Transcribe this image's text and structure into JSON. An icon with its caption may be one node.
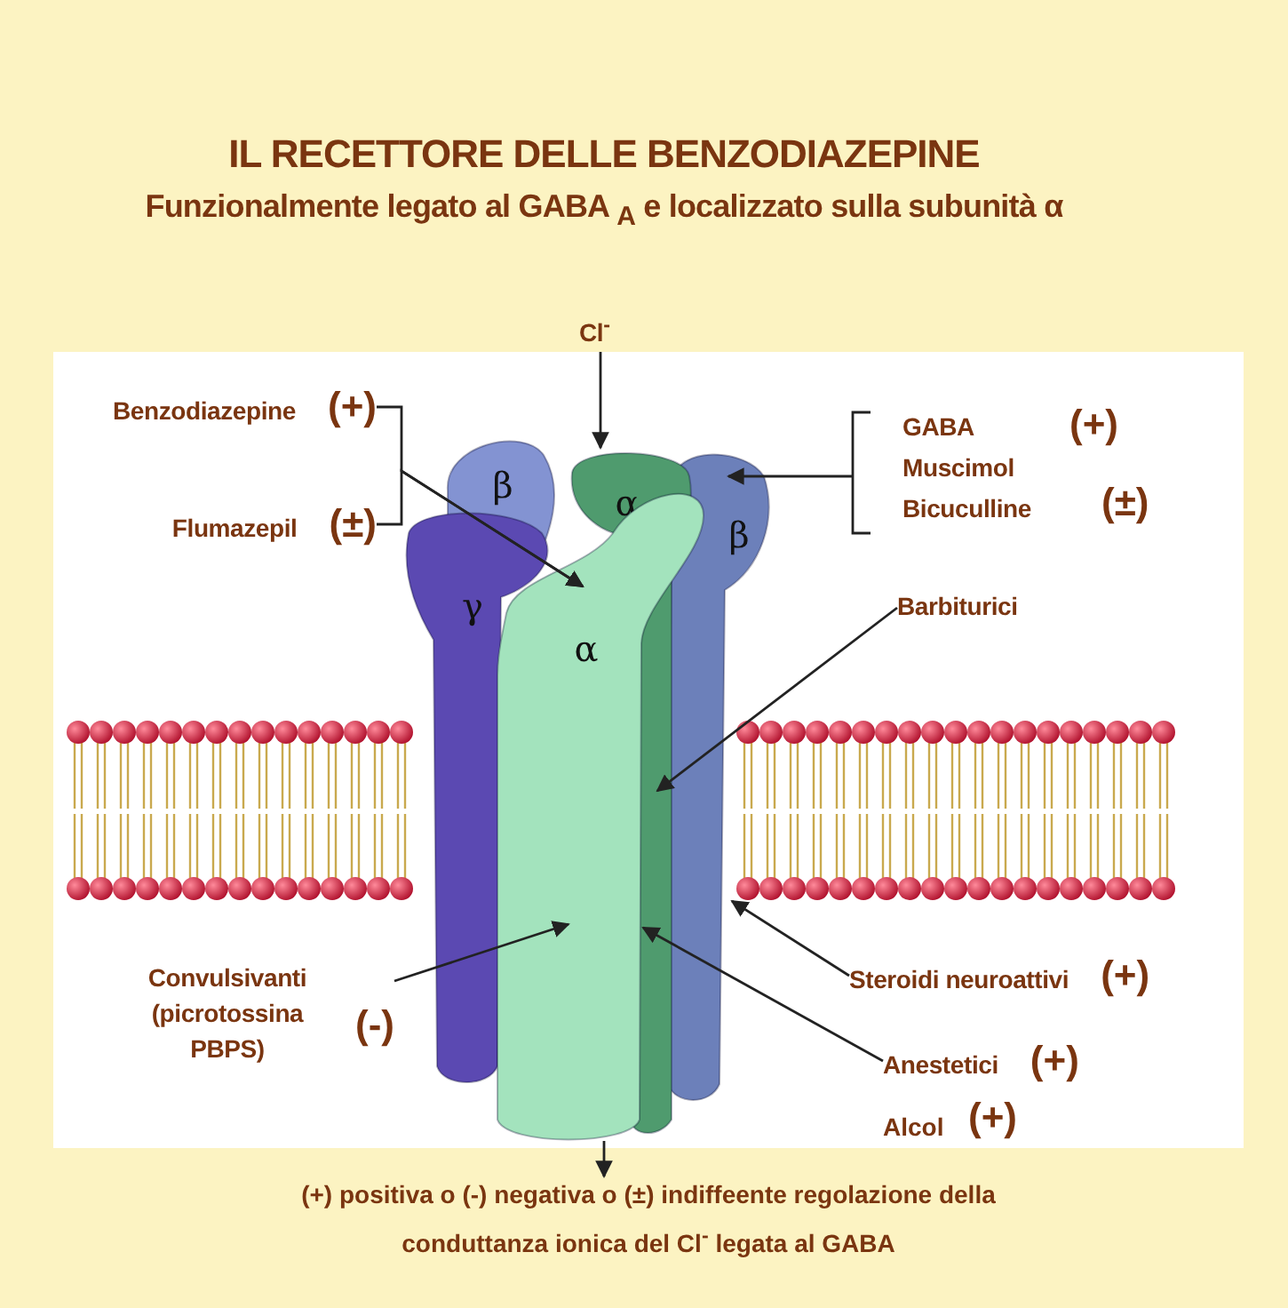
{
  "diagram": {
    "title": "IL RECETTORE DELLE BENZODIAZEPINE",
    "caption": "(+) positiva o (-) negativa o (±) indiffeente regolazione della conduttanza ionica del Cl$^{-}$ legata al GABA",
    "nodes": [
      {
        "text": [
          "Cl$^{-}$"
        ]
      },
      {
        "text": [
          "Benzodiazepine"
        ],
        "beside": [
          "(+)"
        ]
      },
      {
        "text": [
          "β"
        ]
      },
      {
        "text": [
          "α"
        ]
      },
      {
        "text": [
          "GABA",
          "Muscimol",
          "Bicuculline"
        ],
        "beside": [
          "(+)",
          "(±)"
        ]
      },
      {
        "text": [
          "β"
        ]
      },
      {
        "text": [
          "Flumazepil"
        ],
        "beside": [
          "(±)"
        ]
      },
      {
        "text": [
          "γ"
        ]
      },
      {
        "text": [
          "Barbiturici"
        ]
      },
      {
        "text": [
          "α"
        ]
      },
      {
        "text": [
          "Convulsivanti (picrotossina PBPS)"
        ],
        "beside": [
          "(-)"
        ]
      },
      {
        "text": [
          "Steroidi neuroattivi"
        ],
        "beside": [
          "(+)"
        ]
      },
      {
        "text": [
          "Anestetici"
        ],
        "beside": [
          "(+)"
        ]
      }
    ],
    "edges": [
      {
        "from": 0,
        "to": 3,
        "arrow": "to"
      },
      {
        "from": 1,
        "to": 9,
        "arrow": "to"
      },
      {
        "from": 6,
        "to": 9,
        "arrow": "to"
      },
      {
        "from": 4,
        "to": 5,
        "arrow": "to"
      },
      {
        "from": 8,
        "to": 3,
        "arrow": "to"
      },
      {
        "from": 10,
        "to": 9,
        "arrow": "to"
      },
      {
        "from": 11,
        "to": 5,
        "arrow": "to"
      },
      {
        "from": 12,
        "to": 3,
        "arrow": "to"
      },
      {
        "from": 9,
        "to": null,
        "arrow": "to"
      }
    ],
    "labels": [
      "Funzionalmente legato al GABA $_{A}$ e localizzato sulla subunità α",
      "Alcol",
      "(+)"
    ]
  }
}
